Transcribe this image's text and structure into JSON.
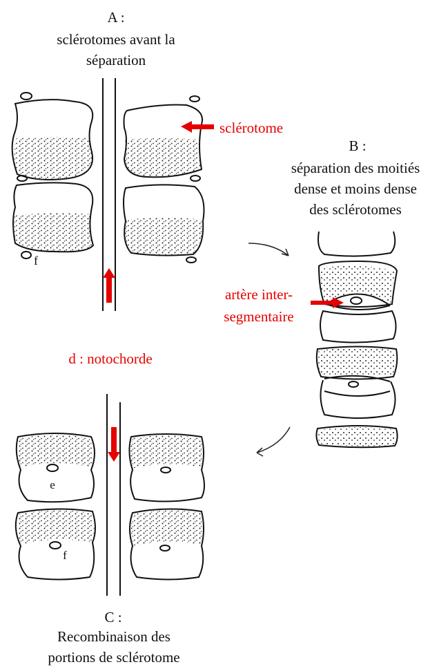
{
  "panel_a": {
    "title": "A :",
    "caption_line1": "sclérotomes avant la",
    "caption_line2": "séparation",
    "label_f": "f",
    "label_sclerotome": "sclérotome"
  },
  "panel_b": {
    "title": "B :",
    "caption_line1": "séparation des moitiés",
    "caption_line2": "dense et moins dense",
    "caption_line3": "des sclérotomes",
    "label_artery_line1": "artère inter-",
    "label_artery_line2": "segmentaire"
  },
  "panel_c": {
    "title": "C :",
    "caption_line1": "Recombinaison des",
    "caption_line2": "portions de sclérotome",
    "label_e": "e",
    "label_f": "f"
  },
  "notochord_label": "d : notochorde",
  "colors": {
    "highlight": "#e60000",
    "ink": "#111111"
  }
}
